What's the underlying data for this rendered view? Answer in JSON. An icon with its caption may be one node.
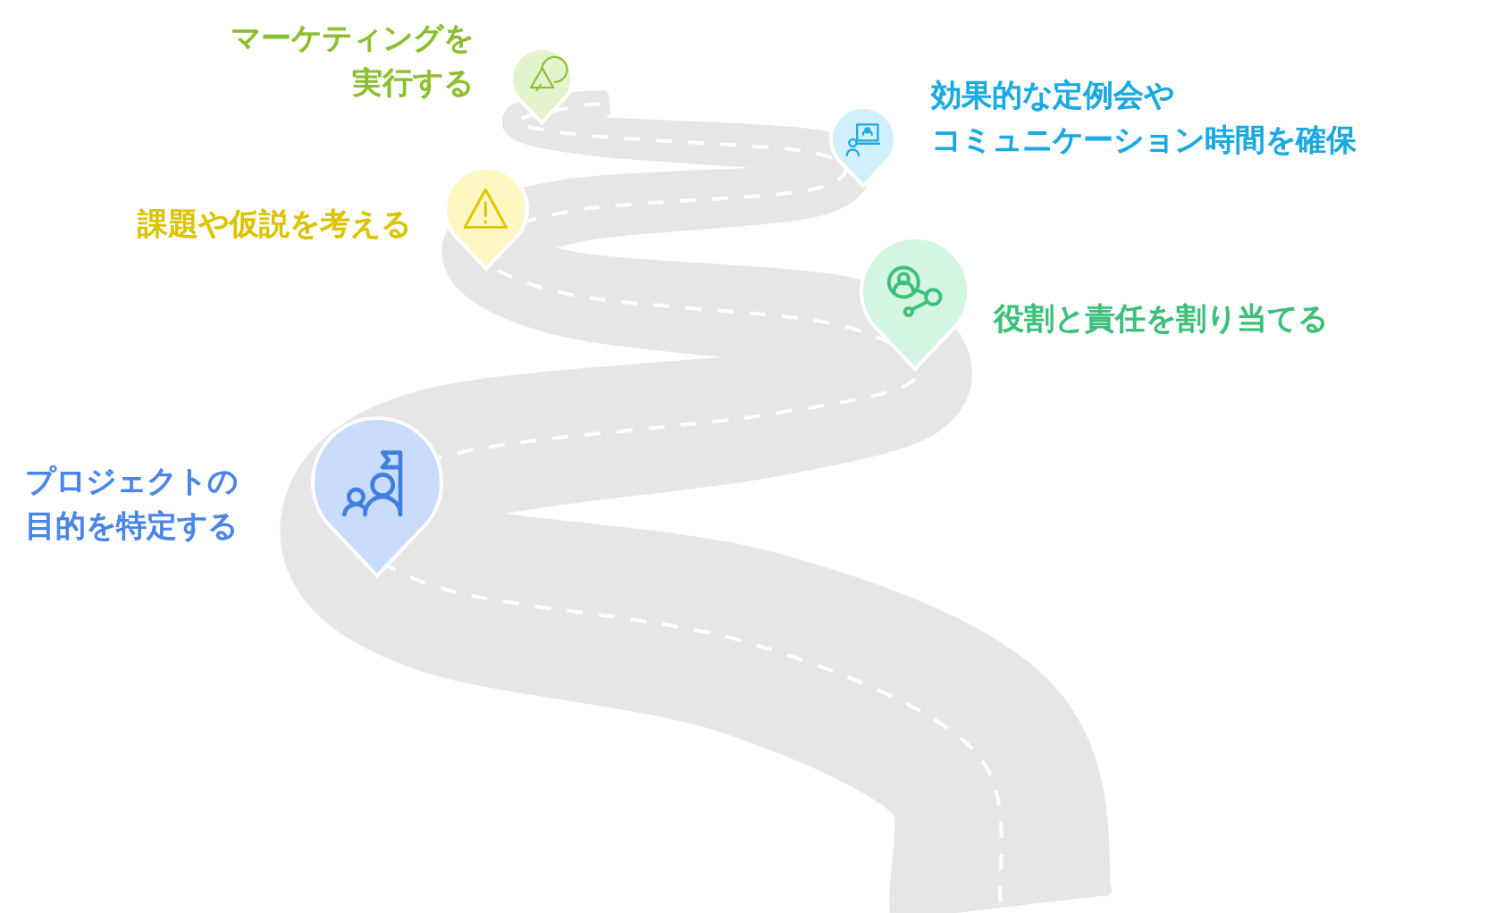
{
  "diagram": {
    "nodes": [
      {
        "text": [
          "マーケティングを実行する"
        ]
      },
      {
        "text": [
          "効果的な定例会やコミュニケーション時間を確保"
        ]
      },
      {
        "text": [
          "課題や仮説を考える"
        ]
      },
      {
        "text": [
          "役割と責任を割り当てる"
        ]
      },
      {
        "text": [
          "プロジェクトの目的を特定する"
        ]
      }
    ]
  }
}
